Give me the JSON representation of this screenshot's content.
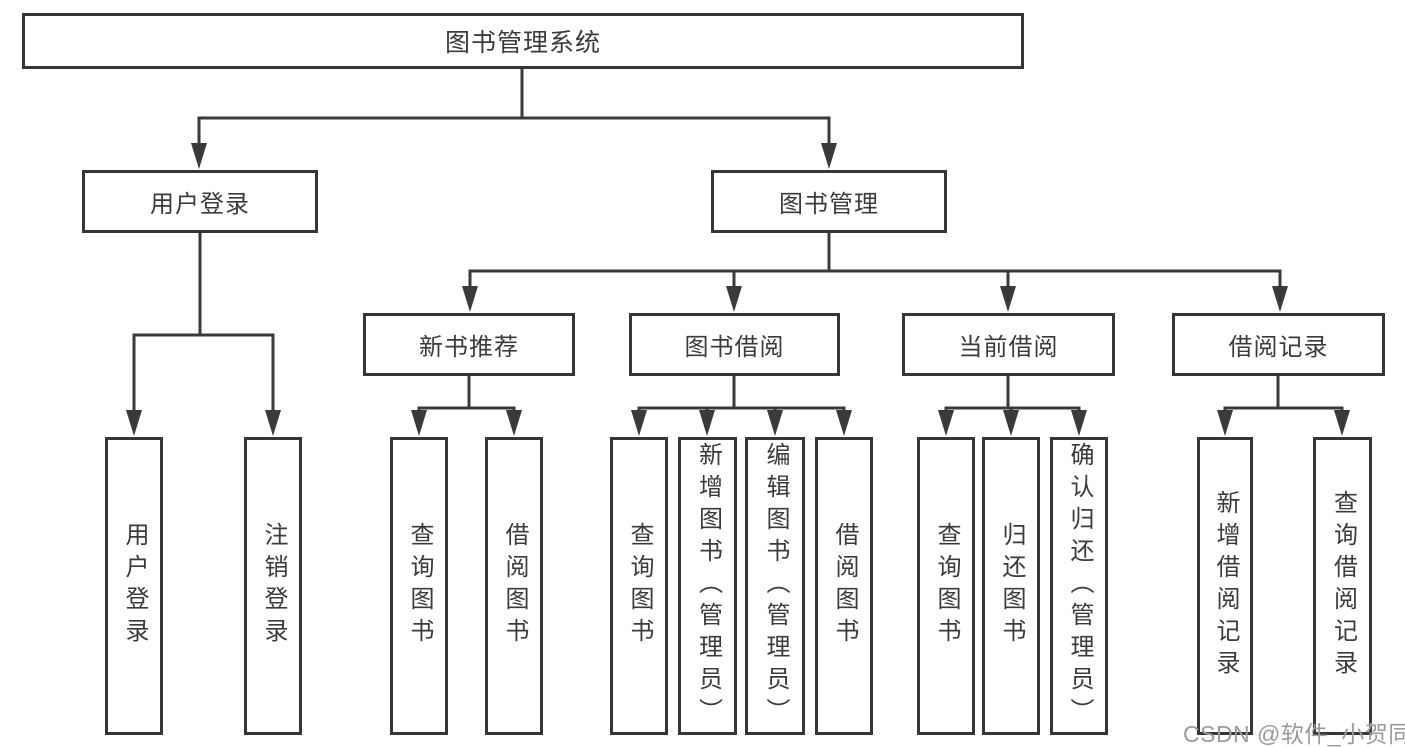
{
  "nodes": {
    "root": "图书管理系统",
    "user_login": "用户登录",
    "book_management": "图书管理",
    "new_book_recommend": "新书推荐",
    "book_borrowing": "图书借阅",
    "current_borrowing": "当前借阅",
    "borrowing_records": "借阅记录",
    "leaf_user_login": "用户登录",
    "leaf_logout": "注销登录",
    "leaf_nbr_query_book": "查询图书",
    "leaf_nbr_borrow_book": "借阅图书",
    "leaf_bb_query_book": "查询图书",
    "leaf_bb_add_book": "新增图书（管理员）",
    "leaf_bb_edit_book": "编辑图书（管理员）",
    "leaf_bb_borrow_book": "借阅图书",
    "leaf_cb_query_book": "查询图书",
    "leaf_cb_return_book": "归还图书",
    "leaf_cb_confirm_return": "确认归还（管理员）",
    "leaf_br_add_record": "新增借阅记录",
    "leaf_br_query_record": "查询借阅记录"
  },
  "colors": {
    "line": "#3a3a3a",
    "border": "#363636",
    "text": "#3b3b3b",
    "watermark": "#9b9b9b"
  },
  "watermark": "CSDN @软件_小贺同学"
}
